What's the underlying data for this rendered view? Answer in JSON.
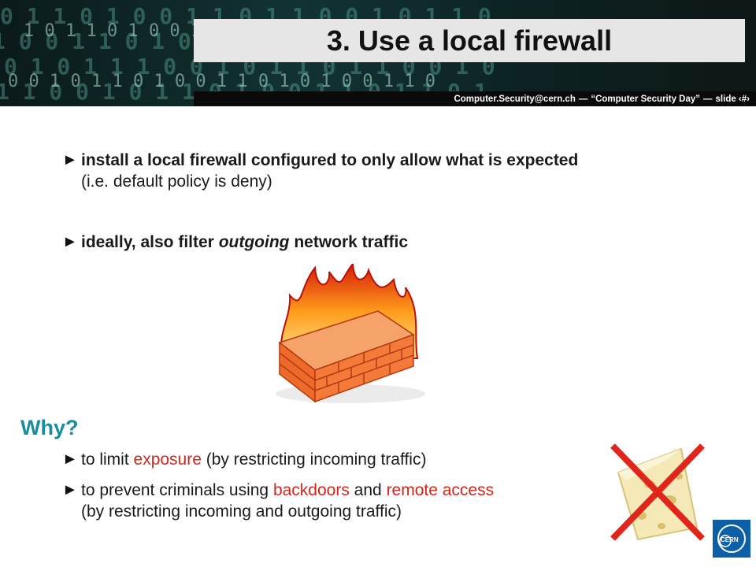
{
  "title": "3. Use a local firewall",
  "footer": {
    "email": "Computer.Security@cern.ch",
    "sep1": "—",
    "event": "“Computer Security Day”",
    "sep2": "—",
    "slide": "slide ‹#›"
  },
  "bullets": [
    {
      "arrow": "►",
      "bold_text": "install a local firewall configured to only allow what is expected",
      "plain_text": "(i.e. default policy is deny)"
    },
    {
      "arrow": "►",
      "part1": "ideally, also filter ",
      "italic": "outgoing",
      "part2": " network traffic"
    }
  ],
  "why": {
    "heading": "Why?",
    "items": [
      {
        "arrow": "►",
        "pre": "to limit ",
        "highlight": "exposure",
        "post": " (by restricting incoming traffic)"
      },
      {
        "arrow": "►",
        "pre": "to prevent criminals using ",
        "highlight1": "backdoors",
        "mid": " and ",
        "highlight2": "remote access",
        "line2": "(by restricting incoming and outgoing traffic)"
      }
    ]
  },
  "colors": {
    "accent": "#1a8ca0",
    "highlight": "#d0271d",
    "title_bg": "#e6e6e6"
  },
  "icons": [
    "firewall-icon",
    "swiss-cheese-icon",
    "red-cross-icon",
    "cern-logo"
  ]
}
